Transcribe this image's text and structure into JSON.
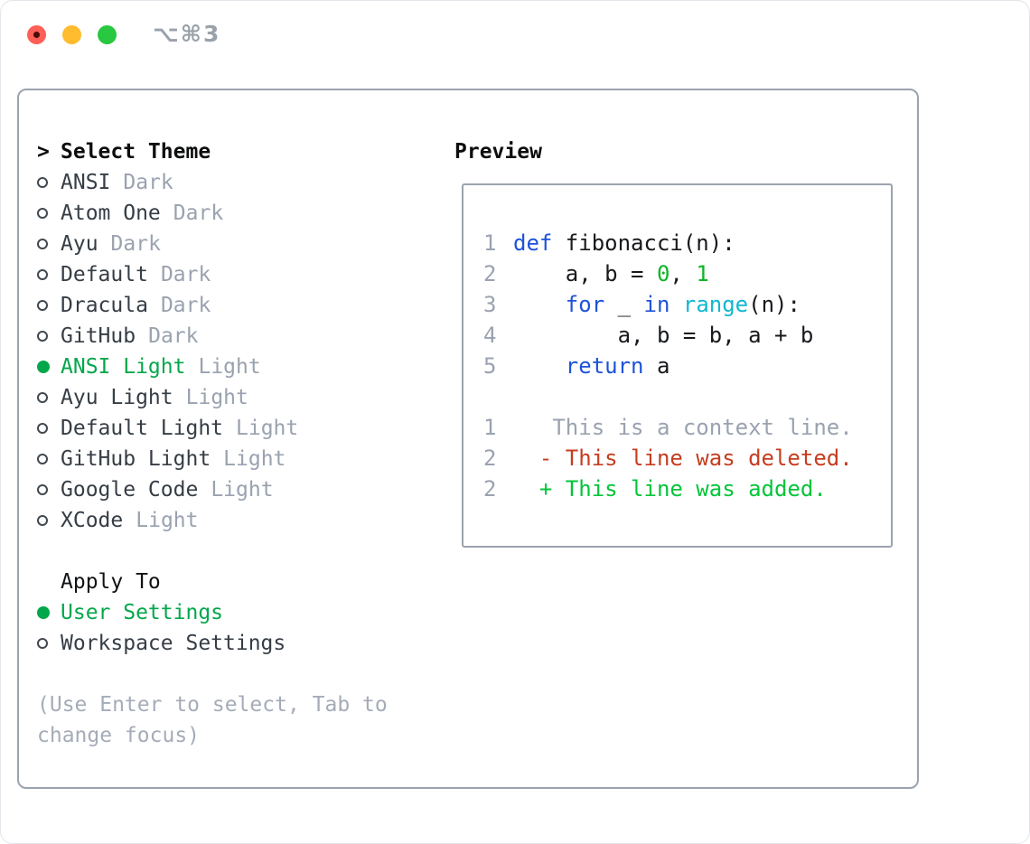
{
  "window": {
    "title": "⌥⌘3",
    "has_unsaved_indicator": true
  },
  "theme_selector": {
    "cursor": ">",
    "heading": "Select Theme",
    "items": [
      {
        "name": "ANSI",
        "variant": "Dark",
        "selected": false
      },
      {
        "name": "Atom One",
        "variant": "Dark",
        "selected": false
      },
      {
        "name": "Ayu",
        "variant": "Dark",
        "selected": false
      },
      {
        "name": "Default",
        "variant": "Dark",
        "selected": false
      },
      {
        "name": "Dracula",
        "variant": "Dark",
        "selected": false
      },
      {
        "name": "GitHub",
        "variant": "Dark",
        "selected": false
      },
      {
        "name": "ANSI Light",
        "variant": "Light",
        "selected": true
      },
      {
        "name": "Ayu Light",
        "variant": "Light",
        "selected": false
      },
      {
        "name": "Default Light",
        "variant": "Light",
        "selected": false
      },
      {
        "name": "GitHub Light",
        "variant": "Light",
        "selected": false
      },
      {
        "name": "Google Code",
        "variant": "Light",
        "selected": false
      },
      {
        "name": "XCode",
        "variant": "Light",
        "selected": false
      }
    ]
  },
  "apply_to": {
    "heading": "Apply To",
    "options": [
      {
        "label": "User Settings",
        "selected": true
      },
      {
        "label": "Workspace Settings",
        "selected": false
      }
    ]
  },
  "hint": {
    "text": "(Use Enter to select, Tab to change focus)"
  },
  "preview": {
    "heading": "Preview",
    "code_lines": [
      {
        "num": "1",
        "tokens": [
          {
            "t": "def",
            "c": "kw"
          },
          {
            "t": " fibonacci(n):",
            "c": "pl"
          }
        ]
      },
      {
        "num": "2",
        "tokens": [
          {
            "t": "    a, b = ",
            "c": "pl"
          },
          {
            "t": "0",
            "c": "num"
          },
          {
            "t": ", ",
            "c": "pl"
          },
          {
            "t": "1",
            "c": "num"
          }
        ]
      },
      {
        "num": "3",
        "tokens": [
          {
            "t": "    ",
            "c": "pl"
          },
          {
            "t": "for",
            "c": "kw"
          },
          {
            "t": " _ ",
            "c": "pl"
          },
          {
            "t": "in",
            "c": "kw"
          },
          {
            "t": " ",
            "c": "pl"
          },
          {
            "t": "range",
            "c": "fn"
          },
          {
            "t": "(n):",
            "c": "pl"
          }
        ]
      },
      {
        "num": "4",
        "tokens": [
          {
            "t": "        a, b = b, a + b",
            "c": "pl"
          }
        ]
      },
      {
        "num": "5",
        "tokens": [
          {
            "t": "    ",
            "c": "pl"
          },
          {
            "t": "return",
            "c": "kw"
          },
          {
            "t": " a",
            "c": "pl"
          }
        ]
      }
    ],
    "diff_lines": [
      {
        "num": "1",
        "tokens": [
          {
            "t": "   This is a context line.",
            "c": "ctx"
          }
        ]
      },
      {
        "num": "2",
        "tokens": [
          {
            "t": "  - This line was deleted.",
            "c": "del"
          }
        ]
      },
      {
        "num": "2",
        "tokens": [
          {
            "t": "  + This line was added.",
            "c": "add"
          }
        ]
      }
    ]
  },
  "colors": {
    "selection_green": "#03a74b",
    "added_green": "#02c53a",
    "deleted_red": "#c63d20",
    "keyword_blue": "#1d52d9",
    "builtin_cyan": "#0fb8cf",
    "number_green": "#0db525",
    "muted_gray": "#9aa2b0",
    "text_dark": "#363d45",
    "heading_black": "#0c0d0e",
    "panel_border": "#9ba3ae",
    "traffic_red": "#ff5f57",
    "traffic_yellow": "#febc2e",
    "traffic_green": "#28c840"
  }
}
